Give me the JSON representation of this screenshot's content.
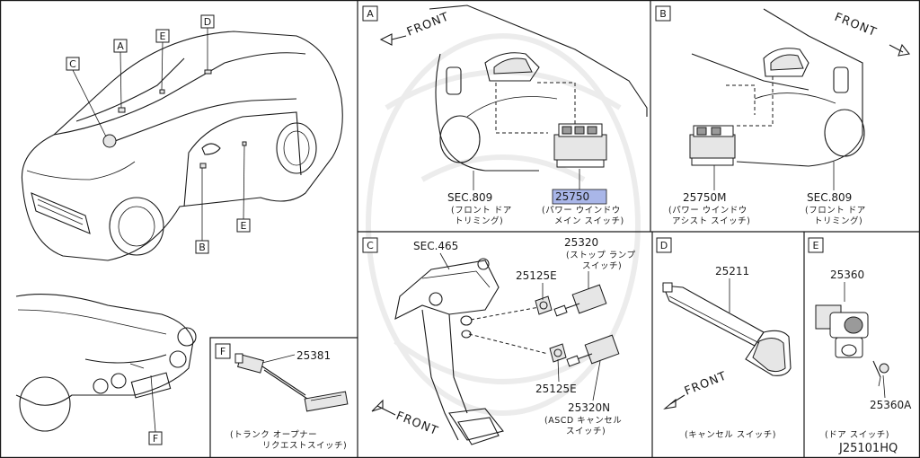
{
  "figure_code": "J25101HQ",
  "panels": {
    "a": "A",
    "b": "B",
    "c": "C",
    "d": "D",
    "e": "E",
    "f": "F"
  },
  "parts": {
    "sec_809": "SEC.809",
    "sec_465": "SEC.465",
    "p25750": "25750",
    "p25750m": "25750M",
    "p25320": "25320",
    "p25125e": "25125E",
    "p25320n": "25320N",
    "p25211": "25211",
    "p25360": "25360",
    "p25360a": "25360A",
    "p25381": "25381"
  },
  "labels": {
    "front": "FRONT",
    "front_door_1": "(フロント ドア",
    "front_door_2": "トリミング)",
    "power_window_1": "(パワー ウインドウ",
    "power_window_2": "メイン スイッチ)",
    "pw_assist_1": "(パワー ウインドウ",
    "pw_assist_2": "アシスト スイッチ)",
    "stop_lamp_1": "(ストップ ランプ",
    "stop_lamp_2": "スイッチ)",
    "ascd_1": "(ASCD キャンセル",
    "ascd_2": "スイッチ)",
    "cancel_switch": "(キャンセル スイッチ)",
    "door_switch": "(ドア スイッチ)",
    "trunk_opener_1": "(トランク オープナー",
    "trunk_opener_2": "リクエストスイッチ)"
  },
  "colors": {
    "highlight": "#a9b6e8",
    "line": "#1a1a1a"
  }
}
